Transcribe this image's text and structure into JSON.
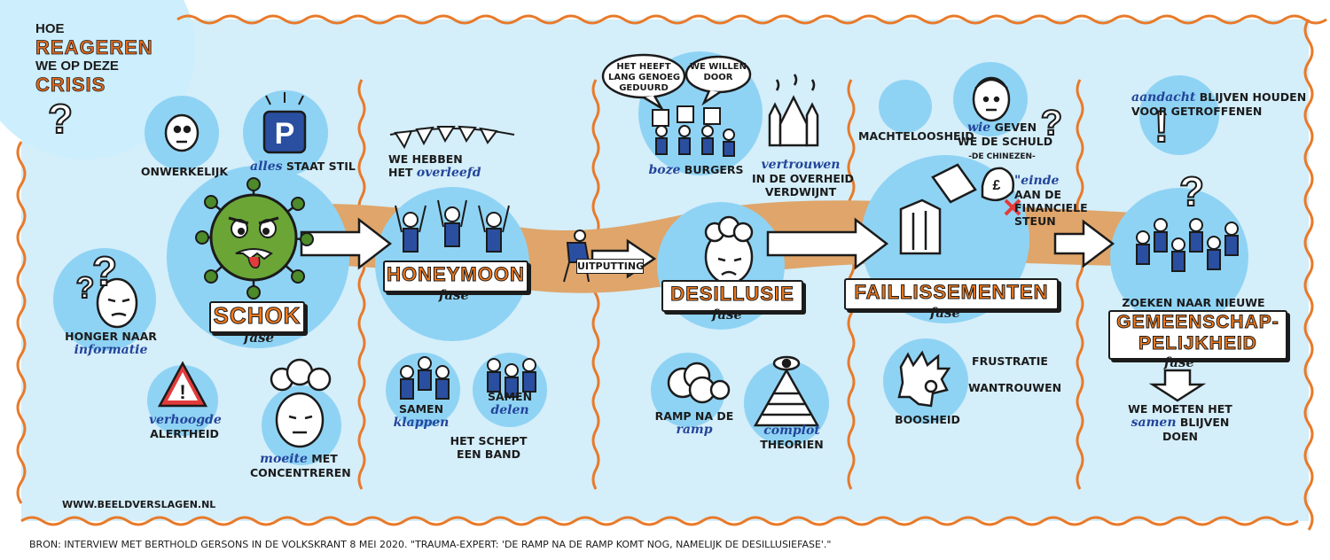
{
  "title": {
    "line1": "Hoe",
    "line2": "reageren",
    "line3": "we op deze",
    "line4": "crisis"
  },
  "stages": [
    {
      "name": "Schok",
      "suffix": "fase"
    },
    {
      "name": "Honeymoon",
      "suffix": "fase"
    },
    {
      "name": "Desillusie",
      "suffix": "fase"
    },
    {
      "name": "Faillissementen",
      "suffix": "fase"
    },
    {
      "name_prefix": "Zoeken naar nieuwe",
      "name_line1": "Gemeenschap-",
      "name_line2": "pelijkheid",
      "suffix": "fase"
    }
  ],
  "transition": {
    "label": "Uitputting"
  },
  "schok": {
    "onwerkelijk": "Onwerkelijk",
    "alles_blue": "alles",
    "alles_rest": "staat stil",
    "honger_1": "Honger naar",
    "honger_blue": "informatie",
    "verhoogde_blue": "verhoogde",
    "verhoogde_rest": "alertheid",
    "moeite_blue": "moeite",
    "moeite_rest1": "met",
    "moeite_rest2": "concentreren",
    "parking_letter": "P"
  },
  "honeymoon": {
    "overleefd_1": "We hebben",
    "overleefd_2": "het",
    "overleefd_blue": "overleefd",
    "klappen_1": "Samen",
    "klappen_blue": "klappen",
    "delen_1": "Samen",
    "delen_blue": "delen",
    "band_1": "Het schept",
    "band_2": "een band"
  },
  "desillusie": {
    "bubble1_1": "Het heeft",
    "bubble1_2": "lang genoeg",
    "bubble1_3": "geduurd",
    "bubble2_1": "We willen",
    "bubble2_2": "door",
    "boze_blue": "boze",
    "boze_rest": "burgers",
    "vertrouwen_blue": "vertrouwen",
    "vertrouwen_2": "in de overheid",
    "vertrouwen_3": "verdwijnt",
    "ramp_1": "Ramp na de",
    "ramp_blue": "ramp",
    "complot_blue": "complot",
    "complot_rest": "theorien"
  },
  "faillissementen": {
    "machteloosheid": "Machteloosheid",
    "wie_blue": "wie",
    "wie_rest": "geven",
    "schuld": "we de schuld",
    "chinezen": "-de Chinezen-",
    "einde_blue": "\"einde",
    "einde_2": "aan de",
    "einde_3": "financiele",
    "einde_4": "steun",
    "frustratie": "Frustratie",
    "wantrouwen": "Wantrouwen",
    "boosheid": "Boosheid"
  },
  "gemeenschap": {
    "aandacht_blue": "aandacht",
    "aandacht_rest": "blijven houden",
    "aandacht_2": "voor getroffenen",
    "moeten_1": "We moeten het",
    "moeten_blue": "samen",
    "moeten_rest": "blijven",
    "moeten_3": "doen"
  },
  "footer": {
    "url": "www.beeldverslagen.nl",
    "source": "Bron: interview met Berthold Gersons in de Volkskrant 8 mei 2020. \"Trauma-expert: 'De ramp na de ramp komt nog, namelijk de desillusiefase'.\""
  },
  "colors": {
    "panel": "#d4eefa",
    "circle": "#8fd3f4",
    "band": "#dfa56a",
    "frame": "#e87a2a",
    "accent_blue": "#23459a",
    "accent_orange": "#e06a1f"
  }
}
